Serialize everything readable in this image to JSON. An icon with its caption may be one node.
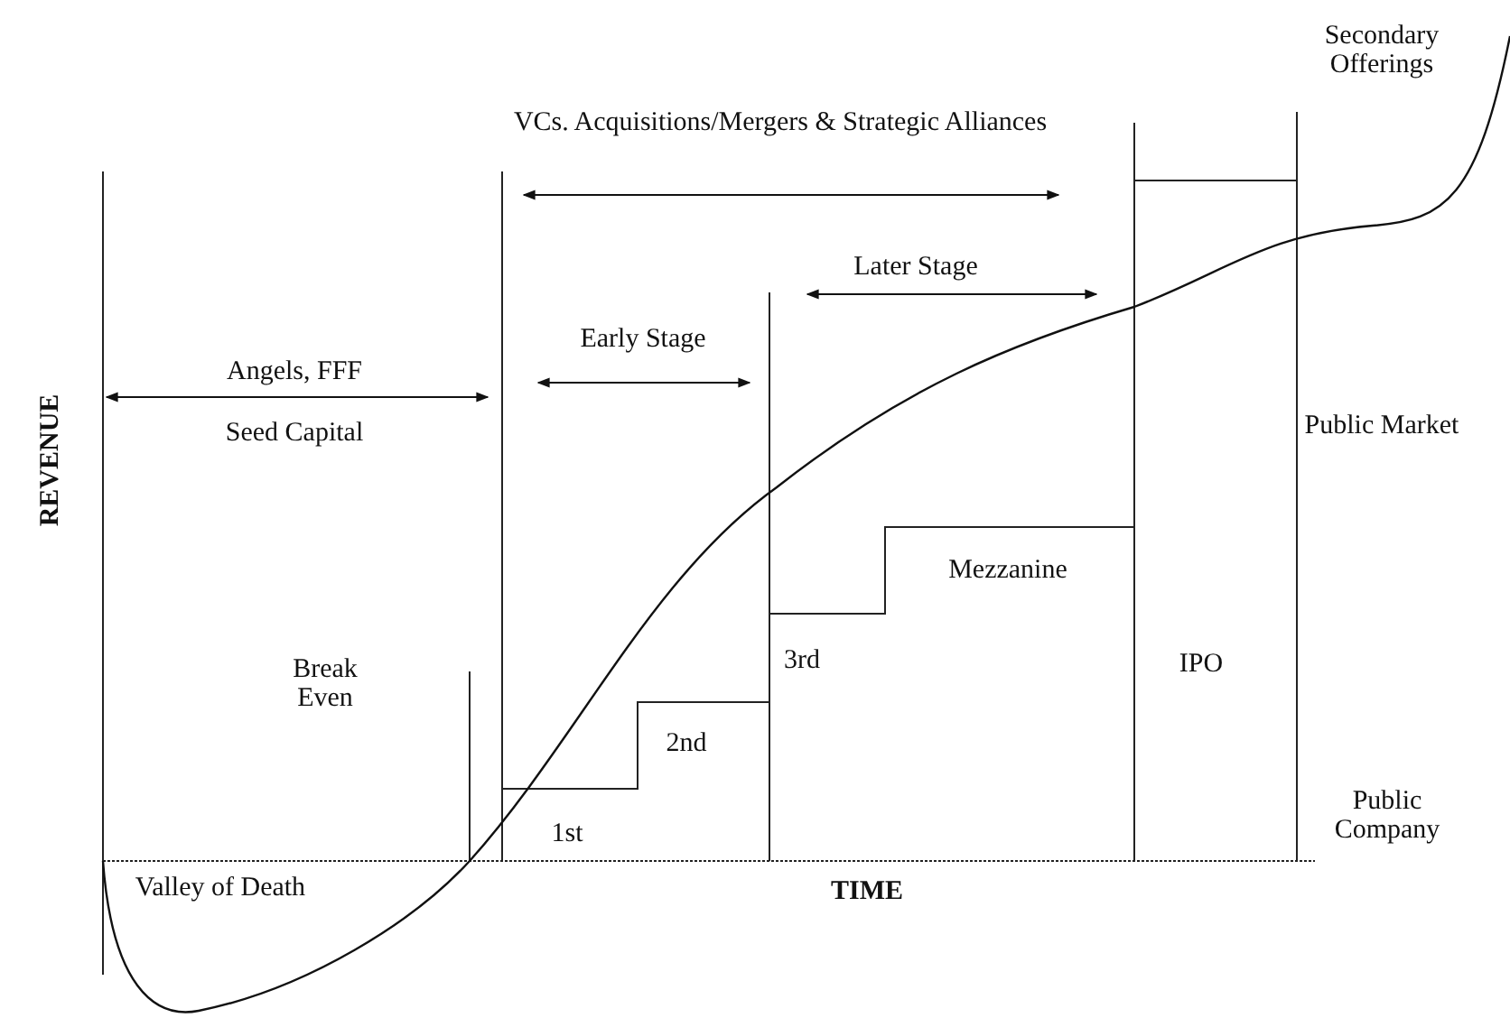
{
  "diagram": {
    "labels": [
      "Secondary Offerings",
      "VCs. Acquisitions/Mergers & Strategic Alliances",
      "Angels, FFF",
      "Later Stage",
      "Seed Capital",
      "Early Stage",
      "Public Market",
      "REVENUE",
      "Break Even",
      "Mezzanine",
      "3rd",
      "IPO",
      "2nd",
      "Public Company",
      "1st",
      "Valley of Death",
      "TIME"
    ]
  }
}
